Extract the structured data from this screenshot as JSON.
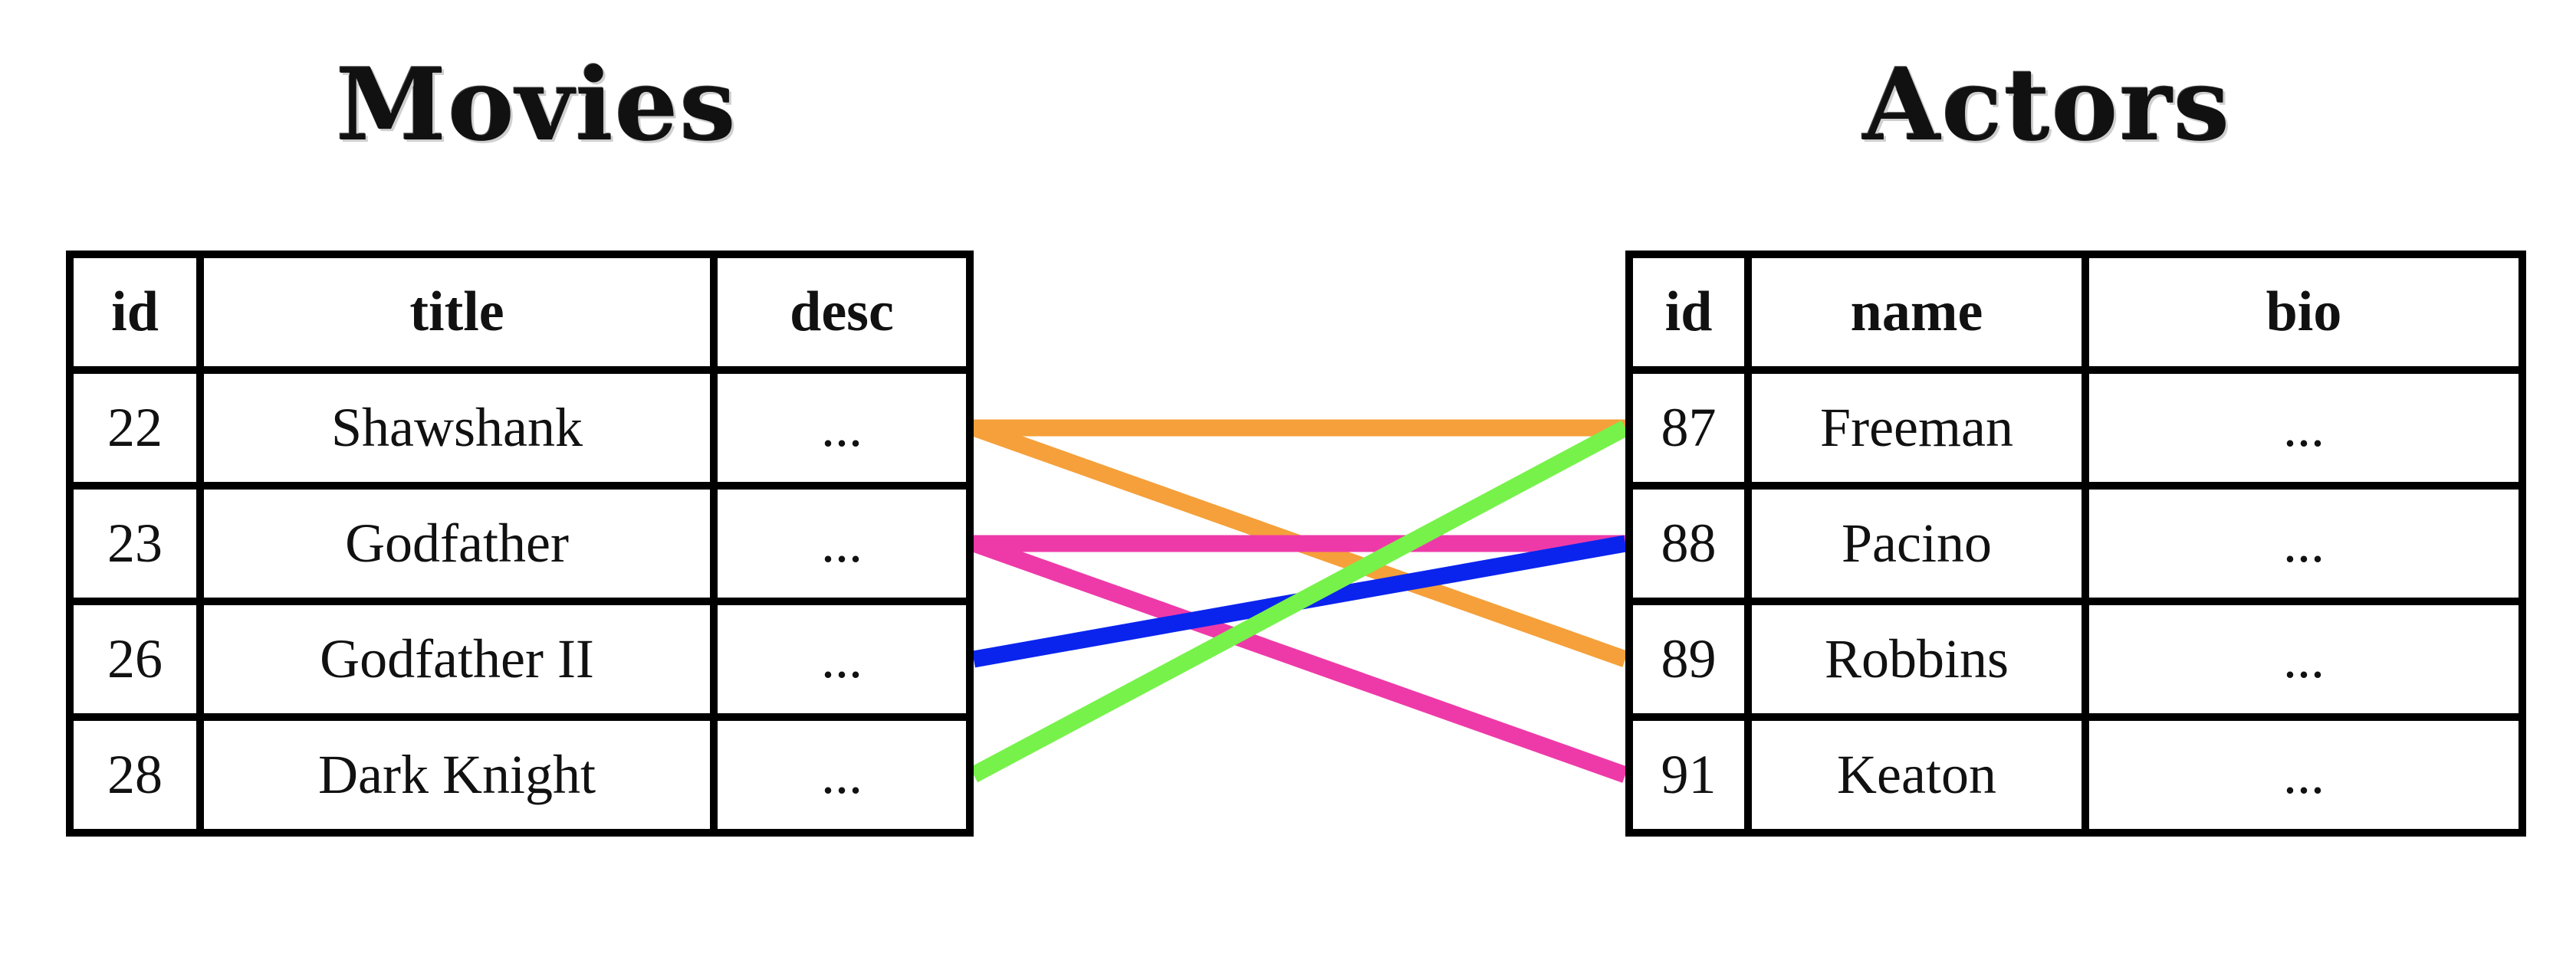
{
  "movies": {
    "title": "Movies",
    "headers": [
      "id",
      "title",
      "desc"
    ],
    "rows": [
      [
        "22",
        "Shawshank",
        "..."
      ],
      [
        "23",
        "Godfather",
        "..."
      ],
      [
        "26",
        "Godfather II",
        "..."
      ],
      [
        "28",
        "Dark Knight",
        "..."
      ]
    ]
  },
  "actors": {
    "title": "Actors",
    "headers": [
      "id",
      "name",
      "bio"
    ],
    "rows": [
      [
        "87",
        "Freeman",
        "..."
      ],
      [
        "88",
        "Pacino",
        "..."
      ],
      [
        "89",
        "Robbins",
        "..."
      ],
      [
        "91",
        "Keaton",
        "..."
      ]
    ]
  },
  "links": [
    {
      "movie_row": 0,
      "actor_row": 0,
      "color": "#f5a03a"
    },
    {
      "movie_row": 0,
      "actor_row": 2,
      "color": "#f5a03a"
    },
    {
      "movie_row": 1,
      "actor_row": 1,
      "color": "#ee3aa8"
    },
    {
      "movie_row": 1,
      "actor_row": 3,
      "color": "#ee3aa8"
    },
    {
      "movie_row": 2,
      "actor_row": 1,
      "color": "#0a24ee"
    },
    {
      "movie_row": 3,
      "actor_row": 0,
      "color": "#77f24a"
    }
  ]
}
